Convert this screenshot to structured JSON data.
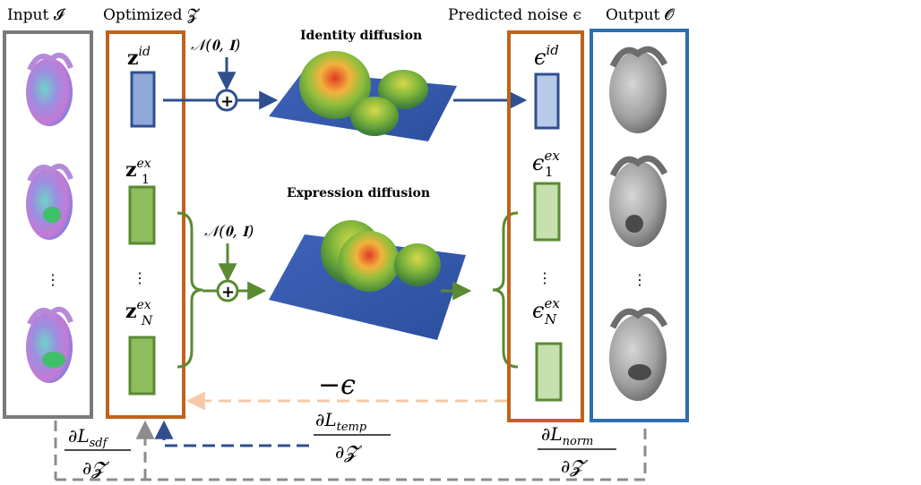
{
  "headers": {
    "input": "Input 𝓘",
    "optimized": "Optimized 𝓩",
    "predicted_noise": "Predicted noise ϵ",
    "output": "Output 𝓞"
  },
  "diffusion": {
    "identity_title": "Identity diffusion",
    "expression_title": "Expression diffusion",
    "noise_label": "𝒩(𝟎, 𝐈)",
    "plus": "+"
  },
  "latents": {
    "z_id": "𝐳",
    "z_id_sup": "id",
    "z1_ex": "𝐳",
    "z1_sub": "1",
    "z1_sup": "ex",
    "zN_ex": "𝐳",
    "zN_sub": "N",
    "zN_sup": "ex",
    "ellipsis": "⋮"
  },
  "noise": {
    "eps_id": "ϵ",
    "eps_id_sup": "id",
    "eps1": "ϵ",
    "eps1_sub": "1",
    "eps1_sup": "ex",
    "epsN": "ϵ",
    "epsN_sub": "N",
    "epsN_sup": "ex",
    "ellipsis": "⋮"
  },
  "feedback": {
    "neg_eps": "−ϵ"
  },
  "gradients": {
    "sdf_num": "∂L",
    "sdf_sub": "sdf",
    "sdf_den": "∂𝓩",
    "temp_num": "∂L",
    "temp_sub": "temp",
    "temp_den": "∂𝓩",
    "norm_num": "∂L",
    "norm_sub": "norm",
    "norm_den": "∂𝓩"
  },
  "colors": {
    "input_border": "#7a7a7a",
    "optimized_border": "#c0621b",
    "noise_border": "#c0621b",
    "output_border": "#2e6fb0",
    "blue_arrow": "#2f4f8f",
    "green_arrow": "#5a8a32",
    "orange_dashed": "#f5c9a8",
    "blue_dashed": "#2f4f8f",
    "gray_dashed": "#8c8c8c",
    "z_id_fill": "#8fa8d8",
    "z_ex_fill": "#8fbd5e",
    "eps_id_fill": "#b9c9e8",
    "eps_ex_fill": "#c6e0b0",
    "face_normal": "#a88fd6",
    "face_gray": "#9a9a9a"
  }
}
